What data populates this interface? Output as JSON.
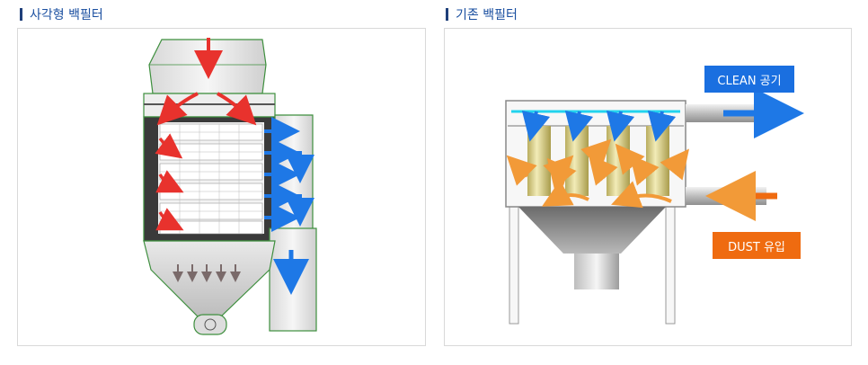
{
  "sections": {
    "left": {
      "title": "사각형 백필터"
    },
    "right": {
      "title": "기존 백필터"
    }
  },
  "labels": {
    "clean_air": "CLEAN 공기",
    "dust_inflow": "DUST 유입"
  },
  "colors": {
    "title_text": "#1a4fa0",
    "title_bar": "#1f3f7a",
    "clean_blue": "#1a6fe0",
    "dust_orange": "#ef6b10",
    "red_arrow": "#e8322d",
    "blue_arrow": "#1e78e6",
    "orange_arrow": "#f29a38",
    "cyan_line": "#22d3ee",
    "bag_yellow": "#d9cf88",
    "frame_green": "#3e8f3e"
  }
}
